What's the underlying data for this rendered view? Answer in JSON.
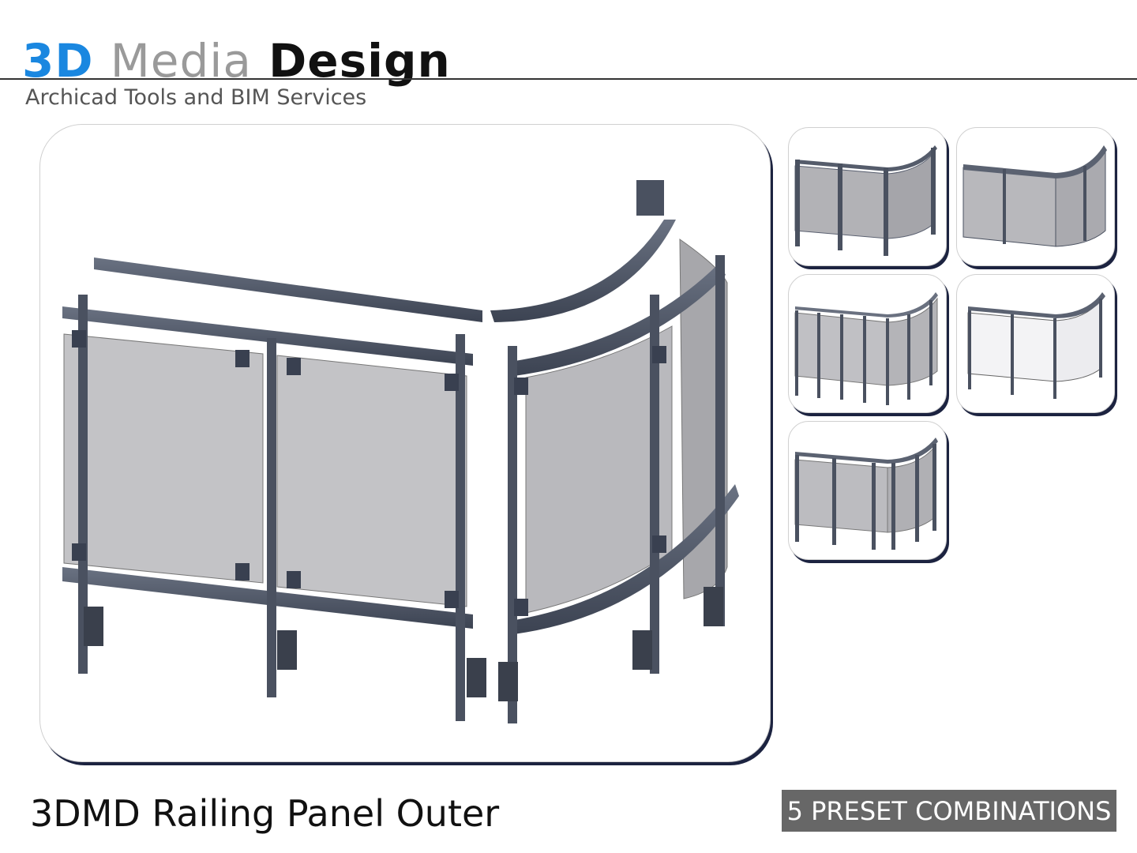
{
  "logo": {
    "part_3d": "3D",
    "part_media": "Media",
    "part_design": "Design",
    "accent_color": "#1a87e0"
  },
  "header": {
    "tagline": "Archicad Tools and BIM Services"
  },
  "main_image": {
    "subject": "railing-render"
  },
  "thumbnails": [
    {
      "variant": "perforated-mesh"
    },
    {
      "variant": "solid-panel"
    },
    {
      "variant": "glass-with-posts"
    },
    {
      "variant": "mesh-with-posts"
    },
    {
      "variant": "panel-with-posts"
    }
  ],
  "product": {
    "title": "3DMD Railing Panel Outer",
    "badge": "5 PRESET COMBINATIONS"
  }
}
